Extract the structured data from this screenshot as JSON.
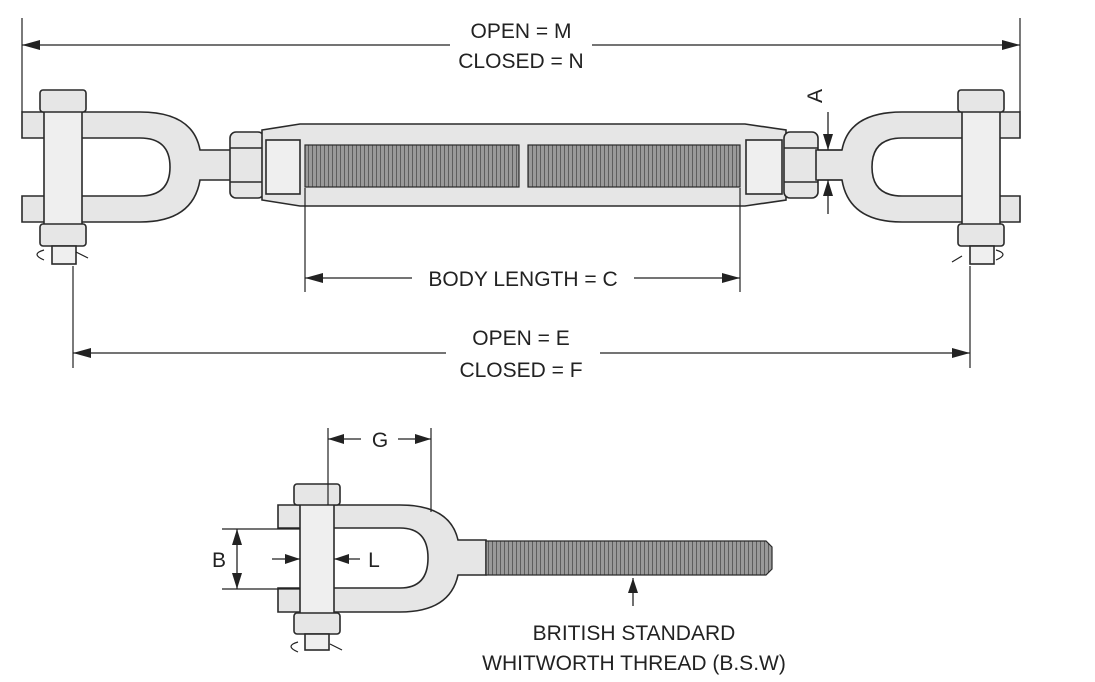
{
  "labels": {
    "overall_open": "OPEN = M",
    "overall_closed": "CLOSED = N",
    "dim_a": "A",
    "body_length": "BODY LENGTH = C",
    "eye_open": "OPEN = E",
    "eye_closed": "CLOSED = F",
    "dim_g": "G",
    "dim_b": "B",
    "dim_l": "L",
    "thread_line1": "BRITISH STANDARD",
    "thread_line2": "WHITWORTH THREAD (B.S.W)"
  },
  "colors": {
    "line": "#222222",
    "part": "#e6e6e6",
    "thread": "#8c8c8c",
    "background": "#ffffff"
  }
}
